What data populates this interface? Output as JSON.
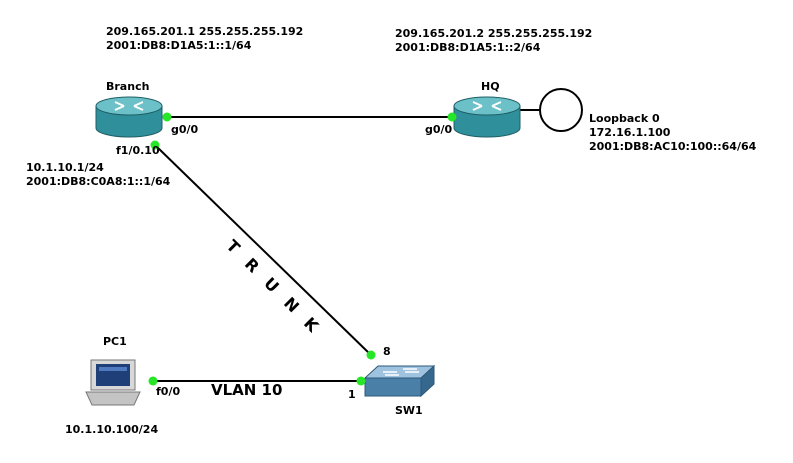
{
  "devices": {
    "branch": {
      "name": "Branch",
      "ipv4": "209.165.201.1 255.255.255.192",
      "ipv6": "2001:DB8:D1A5:1::1/64",
      "if_wan": "g0/0",
      "if_lan": "f1/0.10",
      "lan_ipv4": "10.1.10.1/24",
      "lan_ipv6": "2001:DB8:C0A8:1::1/64"
    },
    "hq": {
      "name": "HQ",
      "ipv4": "209.165.201.2 255.255.255.192",
      "ipv6": "2001:DB8:D1A5:1::2/64",
      "if_wan": "g0/0",
      "loopback_name": "Loopback 0",
      "loopback_ipv4": "172.16.1.100",
      "loopback_ipv6": "2001:DB8:AC10:100::64/64"
    },
    "sw1": {
      "name": "SW1",
      "port_trunk": "8",
      "port_access": "1"
    },
    "pc1": {
      "name": "PC1",
      "if": "f0/0",
      "ip": "10.1.10.100/24"
    }
  },
  "links": {
    "trunk_label": "TRUNK",
    "vlan_label": "VLAN 10"
  },
  "colors": {
    "router_body": "#2f8f9a",
    "router_top": "#6cc0c8",
    "port_dot": "#27e627",
    "switch_body": "#4a7fa8"
  }
}
